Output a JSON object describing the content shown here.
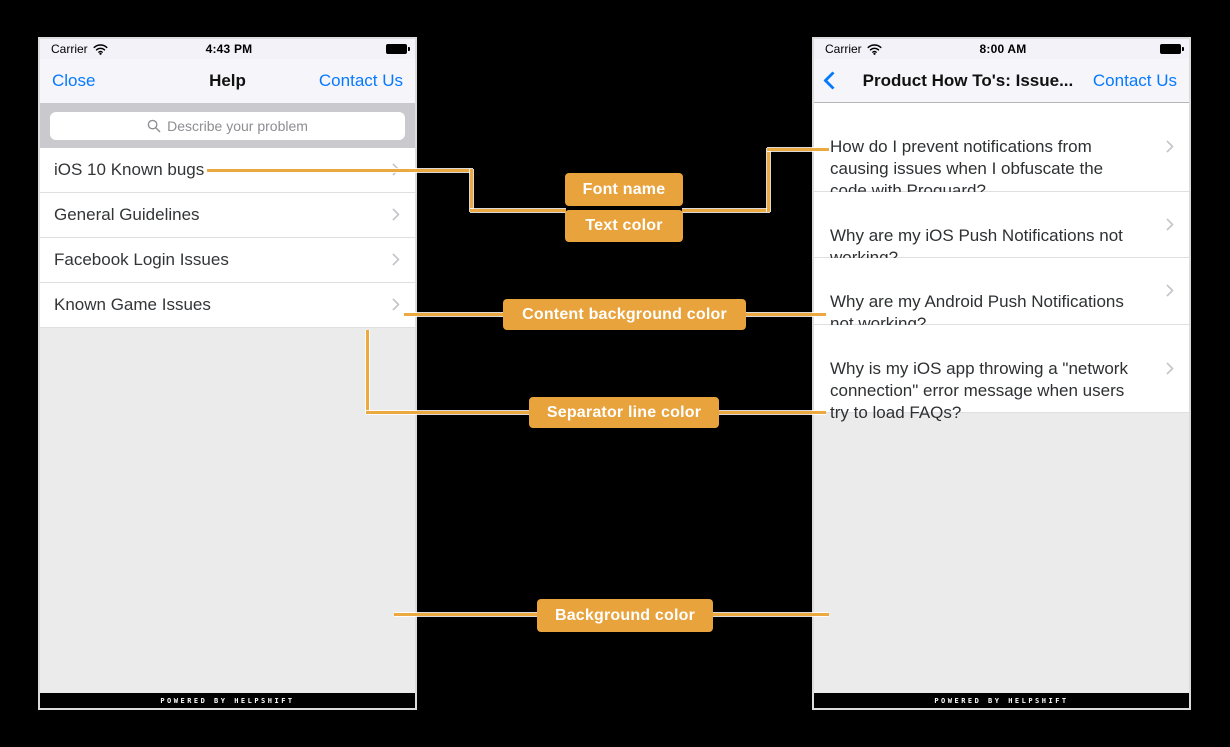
{
  "colors": {
    "accent_orange": "#E8A33D",
    "ios_blue": "#067AFF",
    "canvas_background": "#000000",
    "content_background": "#FFFFFF",
    "screen_background": "#EBEBEB",
    "statusbar_background": "#F3F2F8",
    "search_strip_background": "#C9C9CE",
    "separator_line": "#DFDFE2",
    "text_color": "#333537"
  },
  "left_phone": {
    "status": {
      "carrier": "Carrier",
      "time": "4:43 PM"
    },
    "nav": {
      "close": "Close",
      "title": "Help",
      "contact": "Contact Us"
    },
    "search_placeholder": "Describe your problem",
    "rows": [
      "iOS 10 Known bugs",
      "General Guidelines",
      "Facebook Login Issues",
      "Known Game Issues"
    ],
    "footer": "POWERED BY HELPSHIFT"
  },
  "right_phone": {
    "status": {
      "carrier": "Carrier",
      "time": "8:00 AM"
    },
    "nav": {
      "title": "Product How To's: Issue...",
      "contact": "Contact Us"
    },
    "rows": [
      "How do I prevent notifications from\ncausing issues when I obfuscate the\ncode with Proguard?",
      "Why are my iOS Push Notifications not\nworking?",
      "Why are my Android Push Notifications\nnot working?",
      "Why is my iOS app throwing a \"network\nconnection\" error message when users\ntry to load FAQs?"
    ],
    "footer": "POWERED BY HELPSHIFT"
  },
  "annotations": {
    "font_name": "Font name",
    "text_color": "Text color",
    "content_background_color": "Content background color",
    "separator_line_color": "Separator line color",
    "background_color": "Background color"
  }
}
